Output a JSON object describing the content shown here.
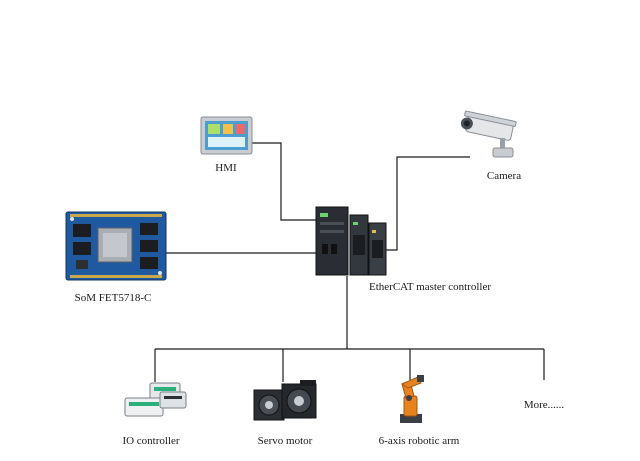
{
  "nodes": {
    "hmi": {
      "label": "HMI"
    },
    "camera": {
      "label": "Camera"
    },
    "som": {
      "label": "SoM FET5718-C"
    },
    "master": {
      "label": "EtherCAT master controller"
    },
    "io": {
      "label": "IO controller"
    },
    "servo": {
      "label": "Servo motor"
    },
    "robot": {
      "label": "6-axis robotic arm"
    },
    "more": {
      "label": "More......"
    }
  },
  "colors": {
    "line": "#1a1a1a",
    "board": "#1f5aa0",
    "robot": "#e8821e",
    "device_dark": "#2a2d33",
    "screen": "#6cc4e0"
  }
}
